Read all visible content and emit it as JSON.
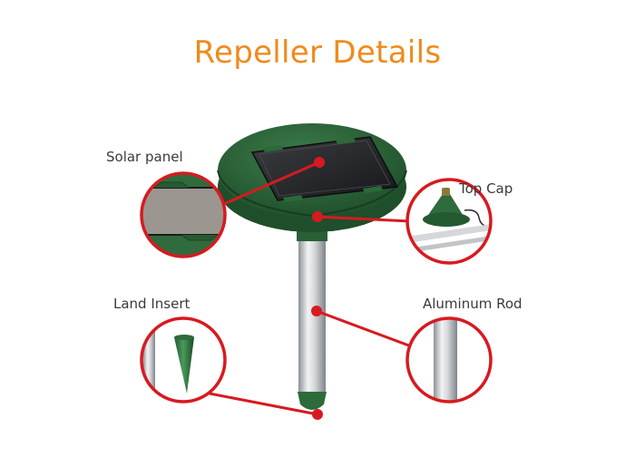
{
  "title": "Repeller Details",
  "labels": {
    "solar_panel": "Solar panel",
    "top_cap": "Top Cap",
    "land_insert": "Land Insert",
    "aluminum_rod": "Aluminum Rod"
  },
  "colors": {
    "title": "#f08a1c",
    "callout": "#d71a20",
    "housing_green": "#2f6b3c",
    "rod_silver": "#c9ccd0",
    "text": "#3a3a3a"
  }
}
